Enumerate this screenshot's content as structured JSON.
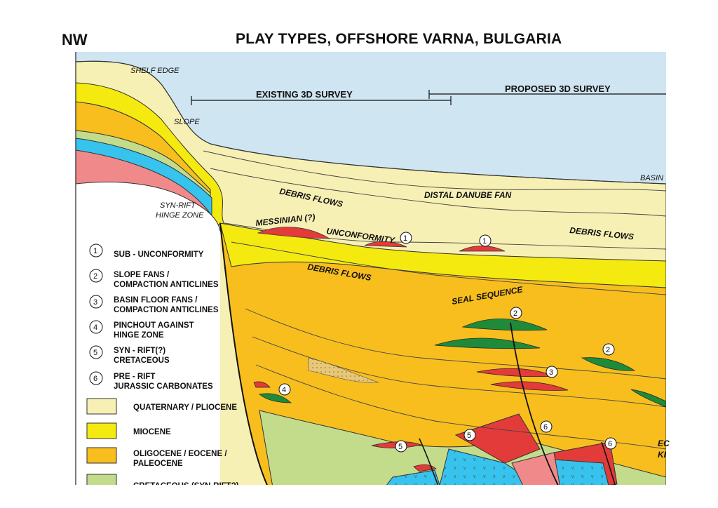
{
  "header": {
    "corner": "NW",
    "title": "PLAY TYPES, OFFSHORE VARNA, BULGARIA"
  },
  "labels": {
    "shelf_edge": "SHELF EDGE",
    "slope": "SLOPE",
    "basin": "BASIN",
    "syn_rift_1": "SYN-RIFT",
    "syn_rift_2": "HINGE ZONE",
    "debris_flows_upper": "DEBRIS FLOWS",
    "distal_danube_fan": "DISTAL DANUBE FAN",
    "debris_flows_right": "DEBRIS FLOWS",
    "messinian": "MESSINIAN (?)",
    "unconformity": "UNCONFORMITY",
    "debris_flows_lower": "DEBRIS FLOWS",
    "seal_sequence": "SEAL SEQUENCE",
    "eo_1": "EC",
    "eo_2": "KI"
  },
  "surveys": {
    "existing": "EXISTING  3D  SURVEY",
    "proposed": "PROPOSED  3D  SURVEY"
  },
  "plays": [
    {
      "num": "1",
      "line1": "SUB - UNCONFORMITY",
      "line2": ""
    },
    {
      "num": "2",
      "line1": "SLOPE FANS /",
      "line2": "COMPACTION ANTICLINES"
    },
    {
      "num": "3",
      "line1": "BASIN FLOOR FANS /",
      "line2": "COMPACTION ANTICLINES"
    },
    {
      "num": "4",
      "line1": "PINCHOUT AGAINST",
      "line2": "HINGE ZONE"
    },
    {
      "num": "5",
      "line1": "SYN - RIFT(?)",
      "line2": "CRETACEOUS"
    },
    {
      "num": "6",
      "line1": "PRE - RIFT",
      "line2": "JURASSIC  CARBONATES"
    }
  ],
  "units": [
    {
      "line1": "QUATERNARY / PLIOCENE",
      "line2": "",
      "color": "#f7f0b4"
    },
    {
      "line1": "MIOCENE",
      "line2": "",
      "color": "#f4ea10"
    },
    {
      "line1": "OLIGOCENE / EOCENE /",
      "line2": "PALEOCENE",
      "color": "#f7be1e"
    },
    {
      "line1": "CRETACEOUS (SYN-RIFT?)",
      "line2": "",
      "color": "#c3dc8c"
    }
  ],
  "markers": [
    "1",
    "1",
    "2",
    "2",
    "3",
    "4",
    "5",
    "5",
    "6",
    "6"
  ],
  "colors": {
    "sea": "#cfe5f1",
    "quaternary": "#f7f0b4",
    "miocene": "#f4ea10",
    "oligocene": "#f7be1e",
    "cretaceous": "#c3dc8c",
    "jurassic": "#36c3ee",
    "prerift_red": "#e33a3a",
    "hinge_pink": "#f08a8a",
    "green_fan": "#1e8a3a"
  }
}
